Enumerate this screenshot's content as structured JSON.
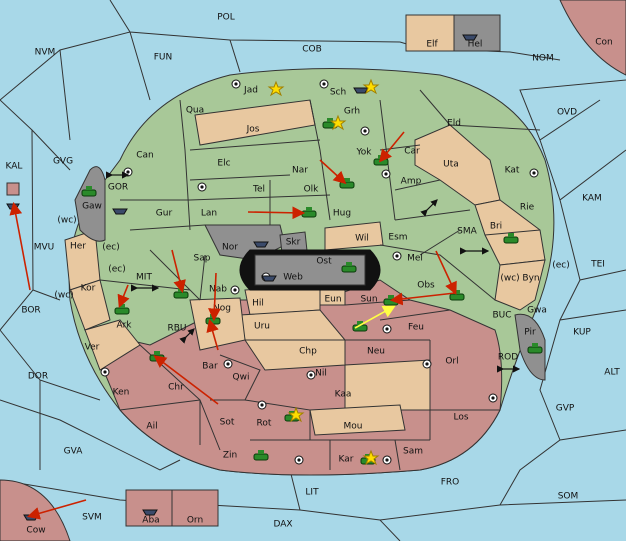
{
  "colors": {
    "sea": "#a8d8e8",
    "green": "#a8c898",
    "tan": "#e8c8a0",
    "red": "#c8908c",
    "gray": "#909090",
    "black": "#111111",
    "arrow_red": "#cc2200",
    "arrow_yellow": "#ffff44"
  },
  "icons": {
    "supply_center": "supply-center-icon",
    "army": "army-unit-icon",
    "fleet": "fleet-unit-icon",
    "convoy": "convoy-arrow-icon"
  },
  "sea_labels": [
    "POL",
    "NVM",
    "FUN",
    "COB",
    "NOM",
    "OVD",
    "KAL",
    "GVG",
    "GOR",
    "MVU",
    "BOR",
    "MIT",
    "RBU",
    "DOR",
    "GVA",
    "SVM",
    "LIT",
    "DAX",
    "FRO",
    "SOM",
    "GVP",
    "ALT",
    "KUP",
    "TEI",
    "KAM",
    "SMA",
    "BUC",
    "ROD",
    "(wc)",
    "(ec)",
    "(ec)",
    "(wc)",
    "(wc)",
    "(ec)"
  ],
  "land_labels": [
    "Elf",
    "Hel",
    "Con",
    "Jad",
    "Sch",
    "Qua",
    "Jos",
    "Grh",
    "Eld",
    "Can",
    "Yok",
    "Car",
    "Elc",
    "Nar",
    "Amp",
    "Uta",
    "Kat",
    "Tel",
    "Olk",
    "Gaw",
    "Gur",
    "Lan",
    "Hug",
    "Rie",
    "Bri",
    "Wil",
    "Esm",
    "Nor",
    "Skr",
    "Ost",
    "Mel",
    "Her",
    "Sap",
    "Web",
    "Byn",
    "Kor",
    "Nab",
    "Eun",
    "Sun",
    "Obs",
    "Gwa",
    "Hil",
    "Ark",
    "Nog",
    "Uru",
    "Feu",
    "Pir",
    "Ver",
    "Chp",
    "Neu",
    "Orl",
    "Bar",
    "Qwi",
    "Nil",
    "Ken",
    "Chr",
    "Kaa",
    "Ail",
    "Sot",
    "Rot",
    "Los",
    "Mou",
    "Zin",
    "Sam",
    "Kar",
    "Aba",
    "Orn",
    "Cow"
  ]
}
